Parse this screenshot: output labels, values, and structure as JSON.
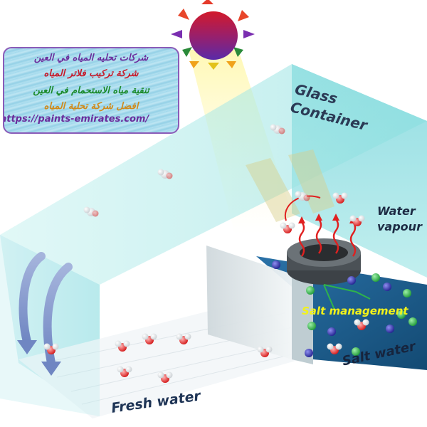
{
  "labels": {
    "glass_line1": "Glass",
    "glass_line2": "Container",
    "vapour_line1": "Water",
    "vapour_line2": "vapour",
    "salt_management": "Salt management",
    "salt_water": "Salt water",
    "fresh_water": "Fresh water"
  },
  "promo": {
    "line1": "شركات تحليه المياه في العين",
    "line2": "شركة تركيب فلاتر المياه",
    "line3": "تنقية مياه الاستحمام في العين",
    "line4": "افضل شركة تحلية المياه",
    "url": "https://paints-emirates.com/"
  },
  "colors": {
    "glass": "#8fe3e6",
    "fresh_water_floor": "#eef3f6",
    "salt_water": "#1d5f8c",
    "sun_top": "#d21a2b",
    "sun_bottom": "#6a23a8",
    "arrow": "#7f95c9",
    "vapour_wave": "#e02020",
    "ion_green": "#2fb34a",
    "ion_blue": "#2a2aa8"
  },
  "icons": [
    "sun-icon",
    "water-molecule-icon",
    "arrow-down-icon",
    "wave-arrow-icon"
  ]
}
